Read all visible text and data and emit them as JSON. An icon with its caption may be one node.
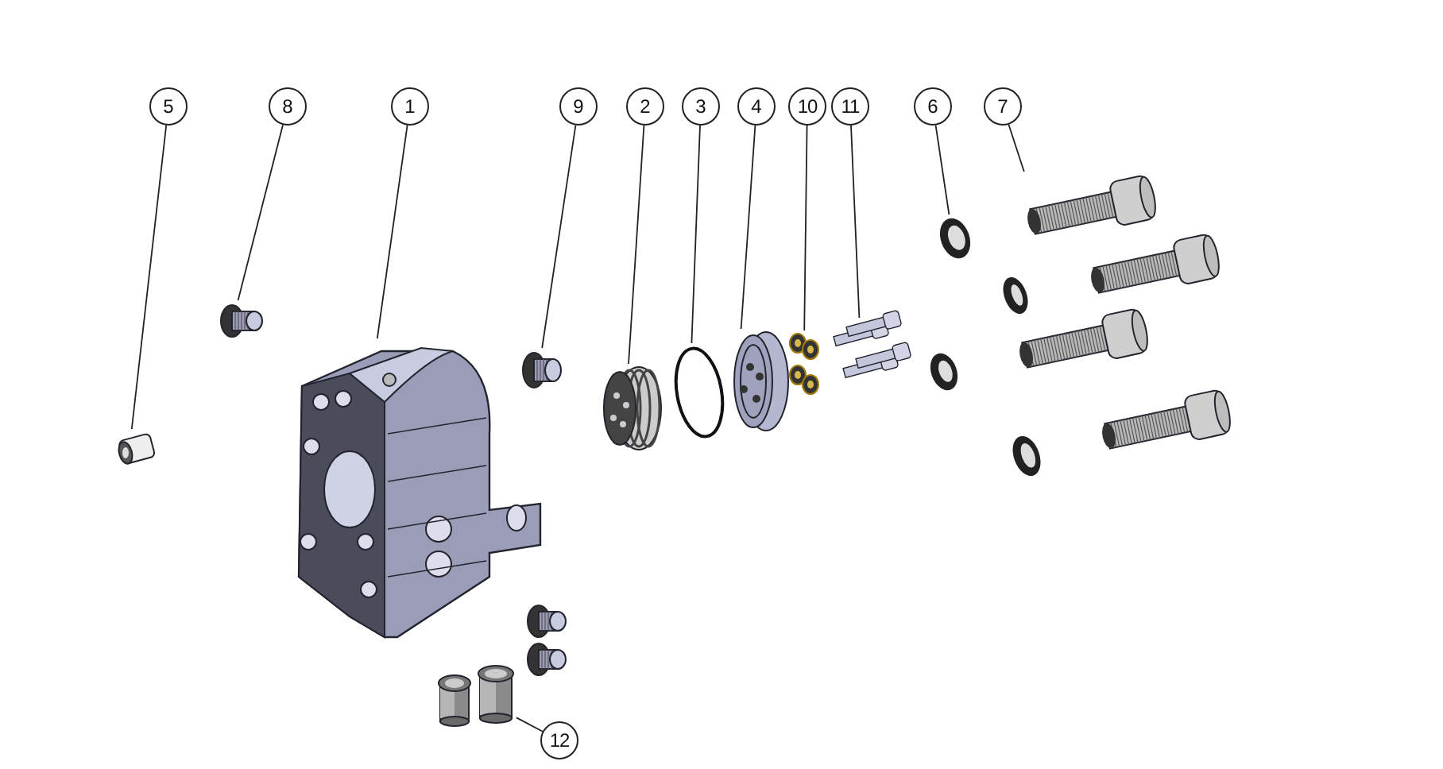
{
  "diagram": {
    "nodes": [
      {
        "text": [
          "5"
        ]
      },
      {
        "text": [
          "8"
        ]
      },
      {
        "text": [
          "1"
        ]
      },
      {
        "text": [
          "9"
        ]
      },
      {
        "text": [
          "2"
        ]
      },
      {
        "text": [
          "3"
        ]
      },
      {
        "text": [
          "4"
        ]
      },
      {
        "text": [
          "10"
        ]
      },
      {
        "text": [
          "11"
        ]
      },
      {
        "text": [
          "6"
        ]
      },
      {
        "text": [
          "7"
        ]
      },
      {
        "text": [
          "12"
        ]
      },
      {
        "text": [],
        "shape": "picture"
      },
      {
        "text": [],
        "shape": "picture"
      },
      {
        "text": [],
        "shape": "picture"
      },
      {
        "text": [],
        "shape": "picture"
      },
      {
        "text": [],
        "shape": "picture"
      },
      {
        "text": [],
        "shape": "circle"
      },
      {
        "text": [],
        "shape": "picture"
      },
      {
        "text": [],
        "shape": "picture"
      },
      {
        "text": [],
        "shape": "picture"
      },
      {
        "text": [],
        "shape": "picture"
      },
      {
        "text": [],
        "shape": "picture"
      },
      {
        "text": [],
        "shape": "picture"
      }
    ],
    "edges": [
      {
        "from": 0,
        "to": 12,
        "arrow": "none"
      },
      {
        "from": 1,
        "to": 13,
        "arrow": "none"
      },
      {
        "from": 2,
        "to": 14,
        "arrow": "none"
      },
      {
        "from": 3,
        "to": 15,
        "arrow": "none"
      },
      {
        "from": 4,
        "to": 16,
        "arrow": "none"
      },
      {
        "from": 5,
        "to": 17,
        "arrow": "none"
      },
      {
        "from": 6,
        "to": 18,
        "arrow": "none"
      },
      {
        "from": 7,
        "to": 19,
        "arrow": "none"
      },
      {
        "from": 8,
        "to": 20,
        "arrow": "none"
      },
      {
        "from": 9,
        "to": 21,
        "arrow": "none"
      },
      {
        "from": 10,
        "to": 22,
        "arrow": "none"
      },
      {
        "from": 11,
        "to": 23,
        "arrow": "none"
      }
    ]
  }
}
